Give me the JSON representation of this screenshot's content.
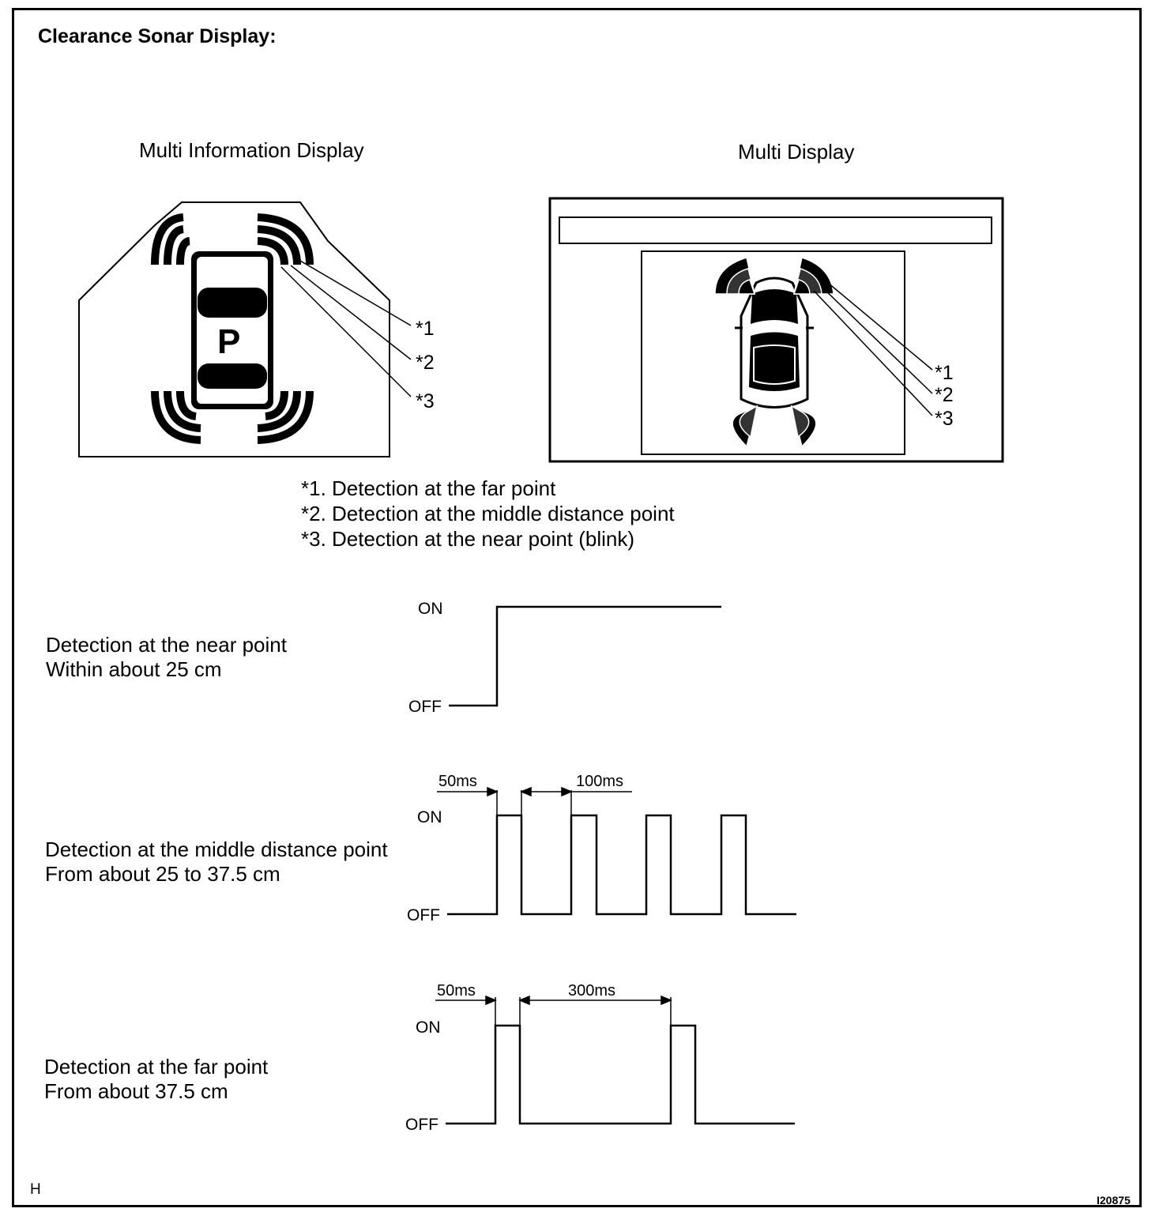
{
  "title": "Clearance Sonar Display:",
  "displays": {
    "left_caption": "Multi Information Display",
    "right_caption": "Multi Display",
    "park_letter": "P",
    "left_markers": [
      "*1",
      "*2",
      "*3"
    ],
    "right_markers": [
      "*1",
      "*2",
      "*3"
    ]
  },
  "notes": [
    "*1. Detection at the far point",
    "*2. Detection at the middle distance point",
    "*3. Detection at the near point (blink)"
  ],
  "timing": {
    "near": {
      "line1": "Detection at the near point",
      "line2": "Within about 25 cm",
      "on": "ON",
      "off": "OFF"
    },
    "middle": {
      "line1": "Detection at the middle distance point",
      "line2": "From about 25 to 37.5 cm",
      "on": "ON",
      "off": "OFF",
      "on_time": "50ms",
      "off_time": "100ms"
    },
    "far": {
      "line1": "Detection at the far point",
      "line2": "From about 37.5 cm",
      "on": "ON",
      "off": "OFF",
      "on_time": "50ms",
      "off_time": "300ms"
    }
  },
  "footer": {
    "left": "H",
    "code": "I20875"
  }
}
